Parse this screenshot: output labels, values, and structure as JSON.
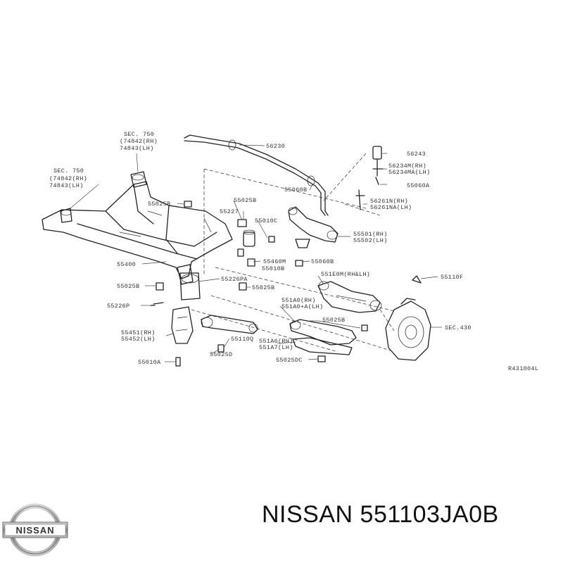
{
  "diagram": {
    "reference": "R431004L",
    "callouts": [
      {
        "id": "sec750-top-1",
        "text": "SEC. 750"
      },
      {
        "id": "sec750-top-2",
        "text": "(74842(RH)"
      },
      {
        "id": "sec750-top-3",
        "text": " 74843(LH)"
      },
      {
        "id": "sec750-left-1",
        "text": "SEC. 750"
      },
      {
        "id": "sec750-left-2",
        "text": "(74842(RH)"
      },
      {
        "id": "sec750-left-3",
        "text": " 74843(LH)"
      },
      {
        "id": "p56230",
        "text": "56230"
      },
      {
        "id": "p56243",
        "text": "56243"
      },
      {
        "id": "p56234m",
        "text": "56234M(RH)"
      },
      {
        "id": "p56234ma",
        "text": "56234MA(LH)"
      },
      {
        "id": "p55060a",
        "text": "55060A"
      },
      {
        "id": "p55060b",
        "text": "55060B"
      },
      {
        "id": "p56261n",
        "text": "56261N(RH)"
      },
      {
        "id": "p56261na",
        "text": "56261NA(LH)"
      },
      {
        "id": "p55025b-a",
        "text": "55025B"
      },
      {
        "id": "p55025b-b",
        "text": "55025B"
      },
      {
        "id": "p55227",
        "text": "55227"
      },
      {
        "id": "p55010c",
        "text": "55010C"
      },
      {
        "id": "p55501",
        "text": "55501(RH)"
      },
      {
        "id": "p55502",
        "text": "55502(LH)"
      },
      {
        "id": "p55400",
        "text": "55400"
      },
      {
        "id": "p55460m",
        "text": "55460M"
      },
      {
        "id": "p55060b-2",
        "text": "55060B"
      },
      {
        "id": "p55010b",
        "text": "55010B"
      },
      {
        "id": "p551e0m",
        "text": "551E0M(RH&LH)"
      },
      {
        "id": "p55110f",
        "text": "55110F"
      },
      {
        "id": "p55025b-c",
        "text": "55025B"
      },
      {
        "id": "p55226pa",
        "text": "55226PA"
      },
      {
        "id": "p55025b-d",
        "text": "55025B"
      },
      {
        "id": "p551a0",
        "text": "551A0(RH)"
      },
      {
        "id": "p551a0a",
        "text": "551A0+A(LH)"
      },
      {
        "id": "p55226p",
        "text": "55226P"
      },
      {
        "id": "p55025b-e",
        "text": "55025B"
      },
      {
        "id": "p55451",
        "text": "55451(RH)"
      },
      {
        "id": "p55452",
        "text": "55452(LH)"
      },
      {
        "id": "sec430",
        "text": "SEC.430"
      },
      {
        "id": "p55110q",
        "text": "55110Q"
      },
      {
        "id": "p551a6",
        "text": "551A6(RH)"
      },
      {
        "id": "p551a7",
        "text": "551A7(LH)"
      },
      {
        "id": "p55025d",
        "text": "55025D"
      },
      {
        "id": "p55010a",
        "text": "55010A"
      },
      {
        "id": "p55025dc",
        "text": "55025DC"
      }
    ]
  },
  "footer": {
    "brand_text": "NISSAN 551103JA0B",
    "logo_text": "NISSAN"
  }
}
